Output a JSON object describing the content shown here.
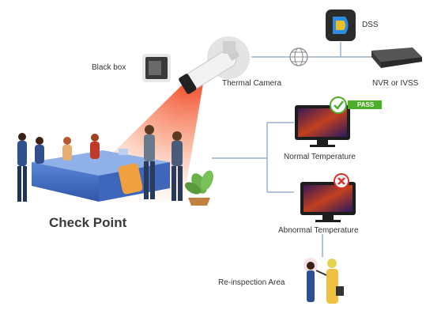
{
  "labels": {
    "black_box": "Black box",
    "dss": "DSS",
    "thermal_camera": "Thermal Camera",
    "nvr": "NVR or IVSS",
    "pass": "PASS",
    "normal": "Normal Temperature",
    "abnormal": "Abnormal Temperature",
    "check_point": "Check Point",
    "reinspection": "Re-inspection Area"
  },
  "icons": {
    "network": "globe-icon",
    "pass_check": "check-icon",
    "fail": "close-icon"
  },
  "colors": {
    "line": "#9ab0cc",
    "beam": "#f04a1c",
    "pass_green": "#4caf2a",
    "fail_red": "#e0312b",
    "desk": "#4a73c2"
  }
}
